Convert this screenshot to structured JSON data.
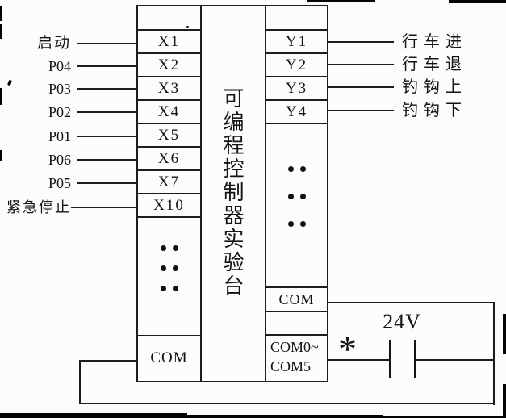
{
  "diagram": {
    "device_title": "可编程控制器实验台",
    "inputs": [
      {
        "label": "启动",
        "terminal": "X1"
      },
      {
        "label": "P04",
        "terminal": "X2"
      },
      {
        "label": "P03",
        "terminal": "X3"
      },
      {
        "label": "P02",
        "terminal": "X4"
      },
      {
        "label": "P01",
        "terminal": "X5"
      },
      {
        "label": "P06",
        "terminal": "X6"
      },
      {
        "label": "P05",
        "terminal": "X7"
      },
      {
        "label": "紧急停止",
        "terminal": "X10"
      }
    ],
    "input_common": "COM",
    "outputs": [
      {
        "terminal": "Y1",
        "label": "行车进"
      },
      {
        "terminal": "Y2",
        "label": "行车退"
      },
      {
        "terminal": "Y3",
        "label": "钓钩上"
      },
      {
        "terminal": "Y4",
        "label": "钓钩下"
      }
    ],
    "output_common": "COM",
    "output_common_range_line1": "COM0~",
    "output_common_range_line2": "COM5",
    "power_supply": {
      "voltage_label": "24V",
      "note_marker": "*"
    },
    "colors": {
      "line": "#1c1c1c",
      "background": "#fcfcfc",
      "text": "#141414"
    }
  }
}
